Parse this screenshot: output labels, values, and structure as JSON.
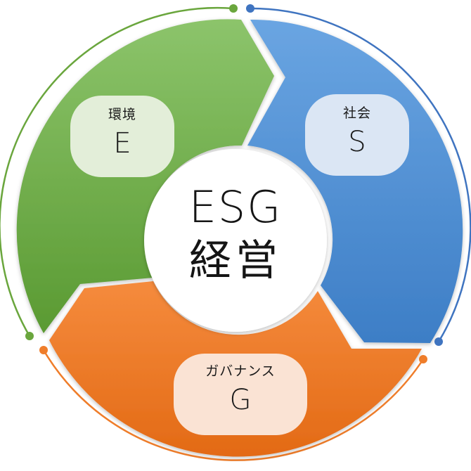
{
  "diagram": {
    "center": {
      "line1": "ESG",
      "line2": "経営"
    },
    "segments": [
      {
        "key": "E",
        "label": "環境",
        "letter": "E",
        "color": "#6aa63d"
      },
      {
        "key": "S",
        "label": "社会",
        "letter": "S",
        "color": "#4f8fd6"
      },
      {
        "key": "G",
        "label": "ガバナンス",
        "letter": "G",
        "color": "#ef7d2a"
      }
    ]
  }
}
